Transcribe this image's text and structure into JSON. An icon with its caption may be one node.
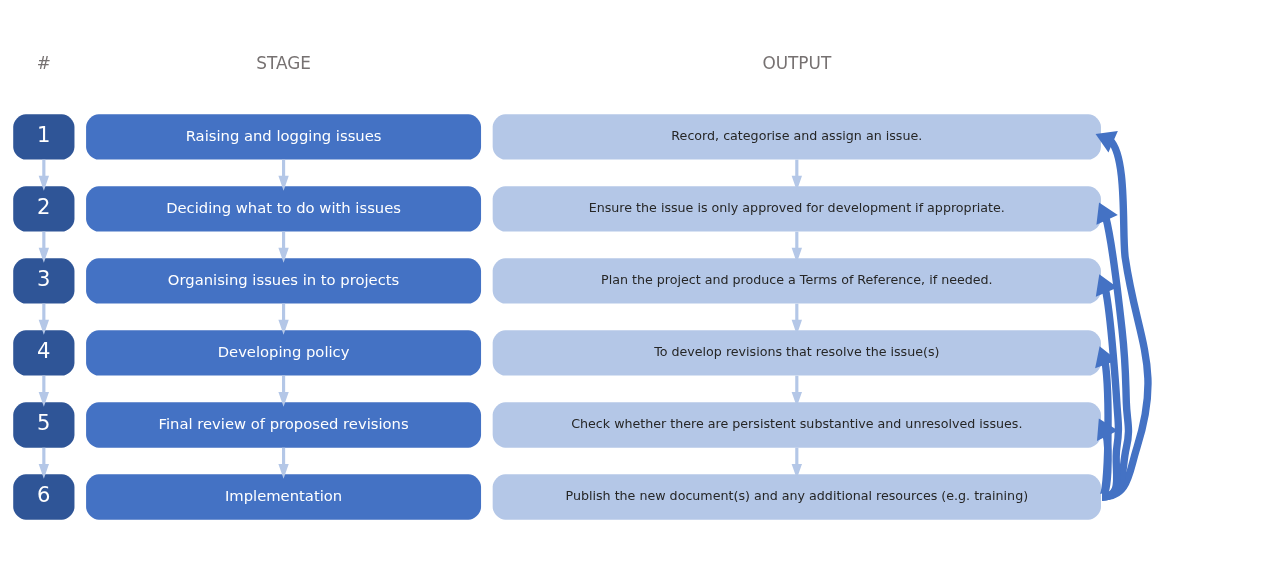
{
  "diagram": {
    "nodes": [
      {
        "text": [
          "1"
        ]
      },
      {
        "text": [
          "Raising and logging issues"
        ]
      },
      {
        "text": [
          "Record, categorise and assign an issue."
        ]
      },
      {
        "text": [
          "2"
        ]
      },
      {
        "text": [
          "Deciding what to do with issues"
        ]
      },
      {
        "text": [
          "Ensure the issue is only approved for development if appropriate."
        ]
      },
      {
        "text": [
          "3"
        ]
      },
      {
        "text": [
          "Organising issues in to projects"
        ]
      },
      {
        "text": [
          "Plan the project and produce a Terms of Reference, if needed."
        ]
      },
      {
        "text": [
          "4"
        ]
      },
      {
        "text": [
          "Developing policy"
        ]
      },
      {
        "text": [
          "To develop revisions that resolve the issue(s)"
        ]
      },
      {
        "text": [
          "5"
        ]
      },
      {
        "text": [
          "Final review of proposed revisions"
        ]
      },
      {
        "text": [
          "Check whether there are persistent substantive and unresolved issues."
        ]
      },
      {
        "text": [
          "6"
        ]
      },
      {
        "text": [
          "Implementation"
        ]
      },
      {
        "text": [
          "Publish the new document(s) and any additional resources (e.g. training)"
        ]
      }
    ],
    "edges": [
      {
        "from": 0,
        "to": 3,
        "arrow": "to"
      },
      {
        "from": 1,
        "to": 4,
        "arrow": "to"
      },
      {
        "from": 2,
        "to": 5,
        "arrow": "to"
      },
      {
        "from": 3,
        "to": 6,
        "arrow": "to"
      },
      {
        "from": 4,
        "to": 7,
        "arrow": "to"
      },
      {
        "from": 5,
        "to": 8,
        "arrow": "to"
      },
      {
        "from": 6,
        "to": 9,
        "arrow": "to"
      },
      {
        "from": 7,
        "to": 10,
        "arrow": "to"
      },
      {
        "from": 8,
        "to": 11,
        "arrow": "to"
      },
      {
        "from": 9,
        "to": 12,
        "arrow": "to"
      },
      {
        "from": 10,
        "to": 13,
        "arrow": "to"
      },
      {
        "from": 11,
        "to": 14,
        "arrow": "to"
      },
      {
        "from": 12,
        "to": 15,
        "arrow": "to"
      },
      {
        "from": 13,
        "to": 16,
        "arrow": "to"
      },
      {
        "from": 14,
        "to": 17,
        "arrow": "to"
      },
      {
        "from": 17,
        "to": 2,
        "arrow": "to",
        "style": "thick",
        "color": "#4472c4"
      },
      {
        "from": 17,
        "to": 5,
        "arrow": "to",
        "style": "thick",
        "color": "#4472c4"
      },
      {
        "from": 17,
        "to": 8,
        "arrow": "to",
        "style": "thick",
        "color": "#4472c4"
      },
      {
        "from": 17,
        "to": 11,
        "arrow": "to",
        "style": "thick",
        "color": "#4472c4"
      },
      {
        "from": 17,
        "to": 14,
        "arrow": "to",
        "style": "thick",
        "color": "#4472c4"
      }
    ],
    "labels": [
      "#",
      "STAGE",
      "OUTPUT"
    ]
  }
}
